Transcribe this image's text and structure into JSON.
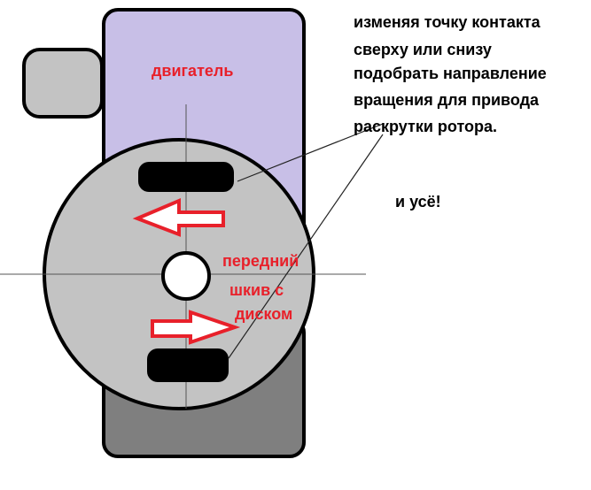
{
  "labels": {
    "engine": "двигатель",
    "pulley": [
      "передний",
      "шкив с",
      "диском"
    ],
    "note": [
      "изменяя точку контакта",
      "сверху или снизу",
      "подобрать направление",
      "вращения для привода",
      "раскрутки ротора."
    ],
    "end": "и усё!"
  },
  "colors": {
    "engine_body": "#c8bfe7",
    "gray_part": "#c3c3c3",
    "lower_body": "#7f7f7f",
    "disc": "#c3c3c3",
    "outline": "#000000",
    "arrow_stroke": "#e8202a",
    "arrow_fill": "#ffffff",
    "label_red": "#e8202a"
  },
  "icons": [
    "left-arrow-icon",
    "right-arrow-icon"
  ]
}
